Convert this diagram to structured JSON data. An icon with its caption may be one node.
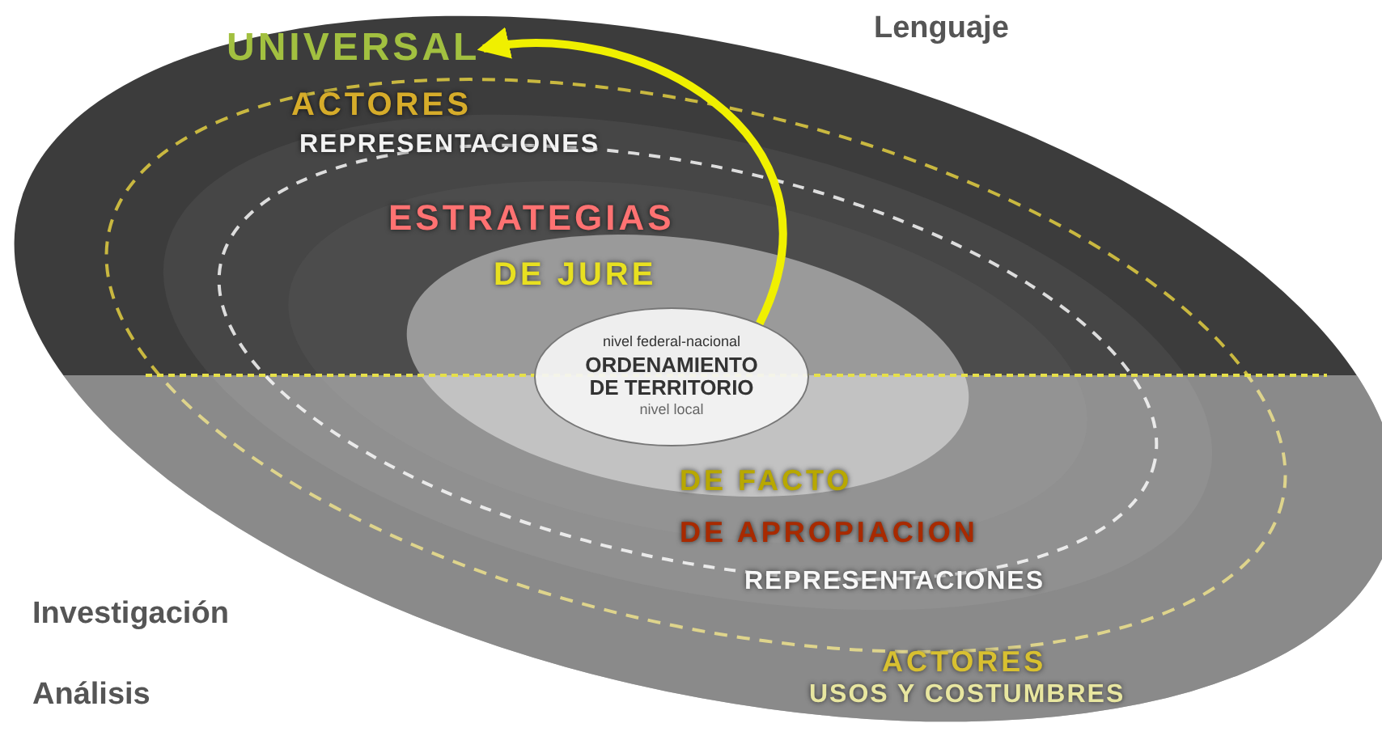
{
  "diagram": {
    "nodes": [
      {
        "text": [
          "nivel federal-nacional",
          "ORDENAMIENTO DE TERRITORIO",
          "nivel local"
        ]
      },
      {
        "text": [
          "UNIVERSAL"
        ]
      }
    ],
    "edges": [
      {
        "from": 0,
        "to": 1,
        "arrow": "to",
        "color": "#f0f000"
      }
    ],
    "labels": [
      "Lenguaje",
      "ACTORES",
      "REPRESENTACIONES",
      "ESTRATEGIAS",
      "DE JURE",
      "DE FACTO",
      "DE APROPIACION",
      "REPRESENTACIONES",
      "ACTORES",
      "USOS Y COSTUMBRES",
      "Investigación",
      "Análisis"
    ]
  }
}
